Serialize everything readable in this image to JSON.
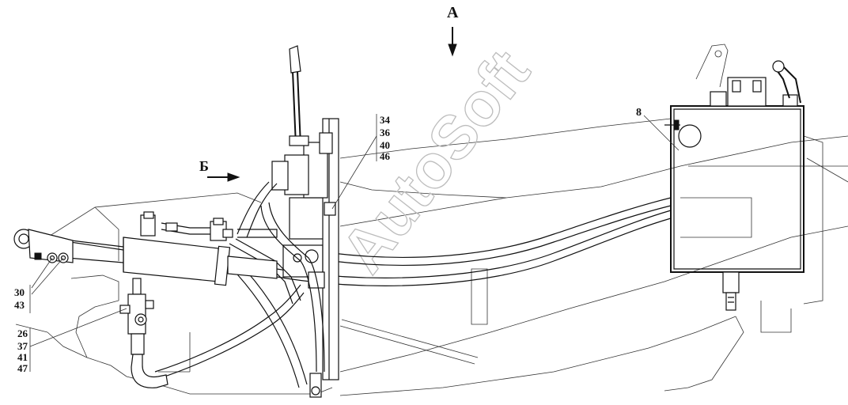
{
  "labels": {
    "view_a": "A",
    "view_b": "Б",
    "tank": "8",
    "group_eye": [
      "30",
      "43"
    ],
    "group_valve": [
      "34",
      "36",
      "40",
      "46"
    ],
    "group_tee": [
      "26",
      "37",
      "41",
      "47"
    ]
  },
  "watermark": "AutoSoft"
}
